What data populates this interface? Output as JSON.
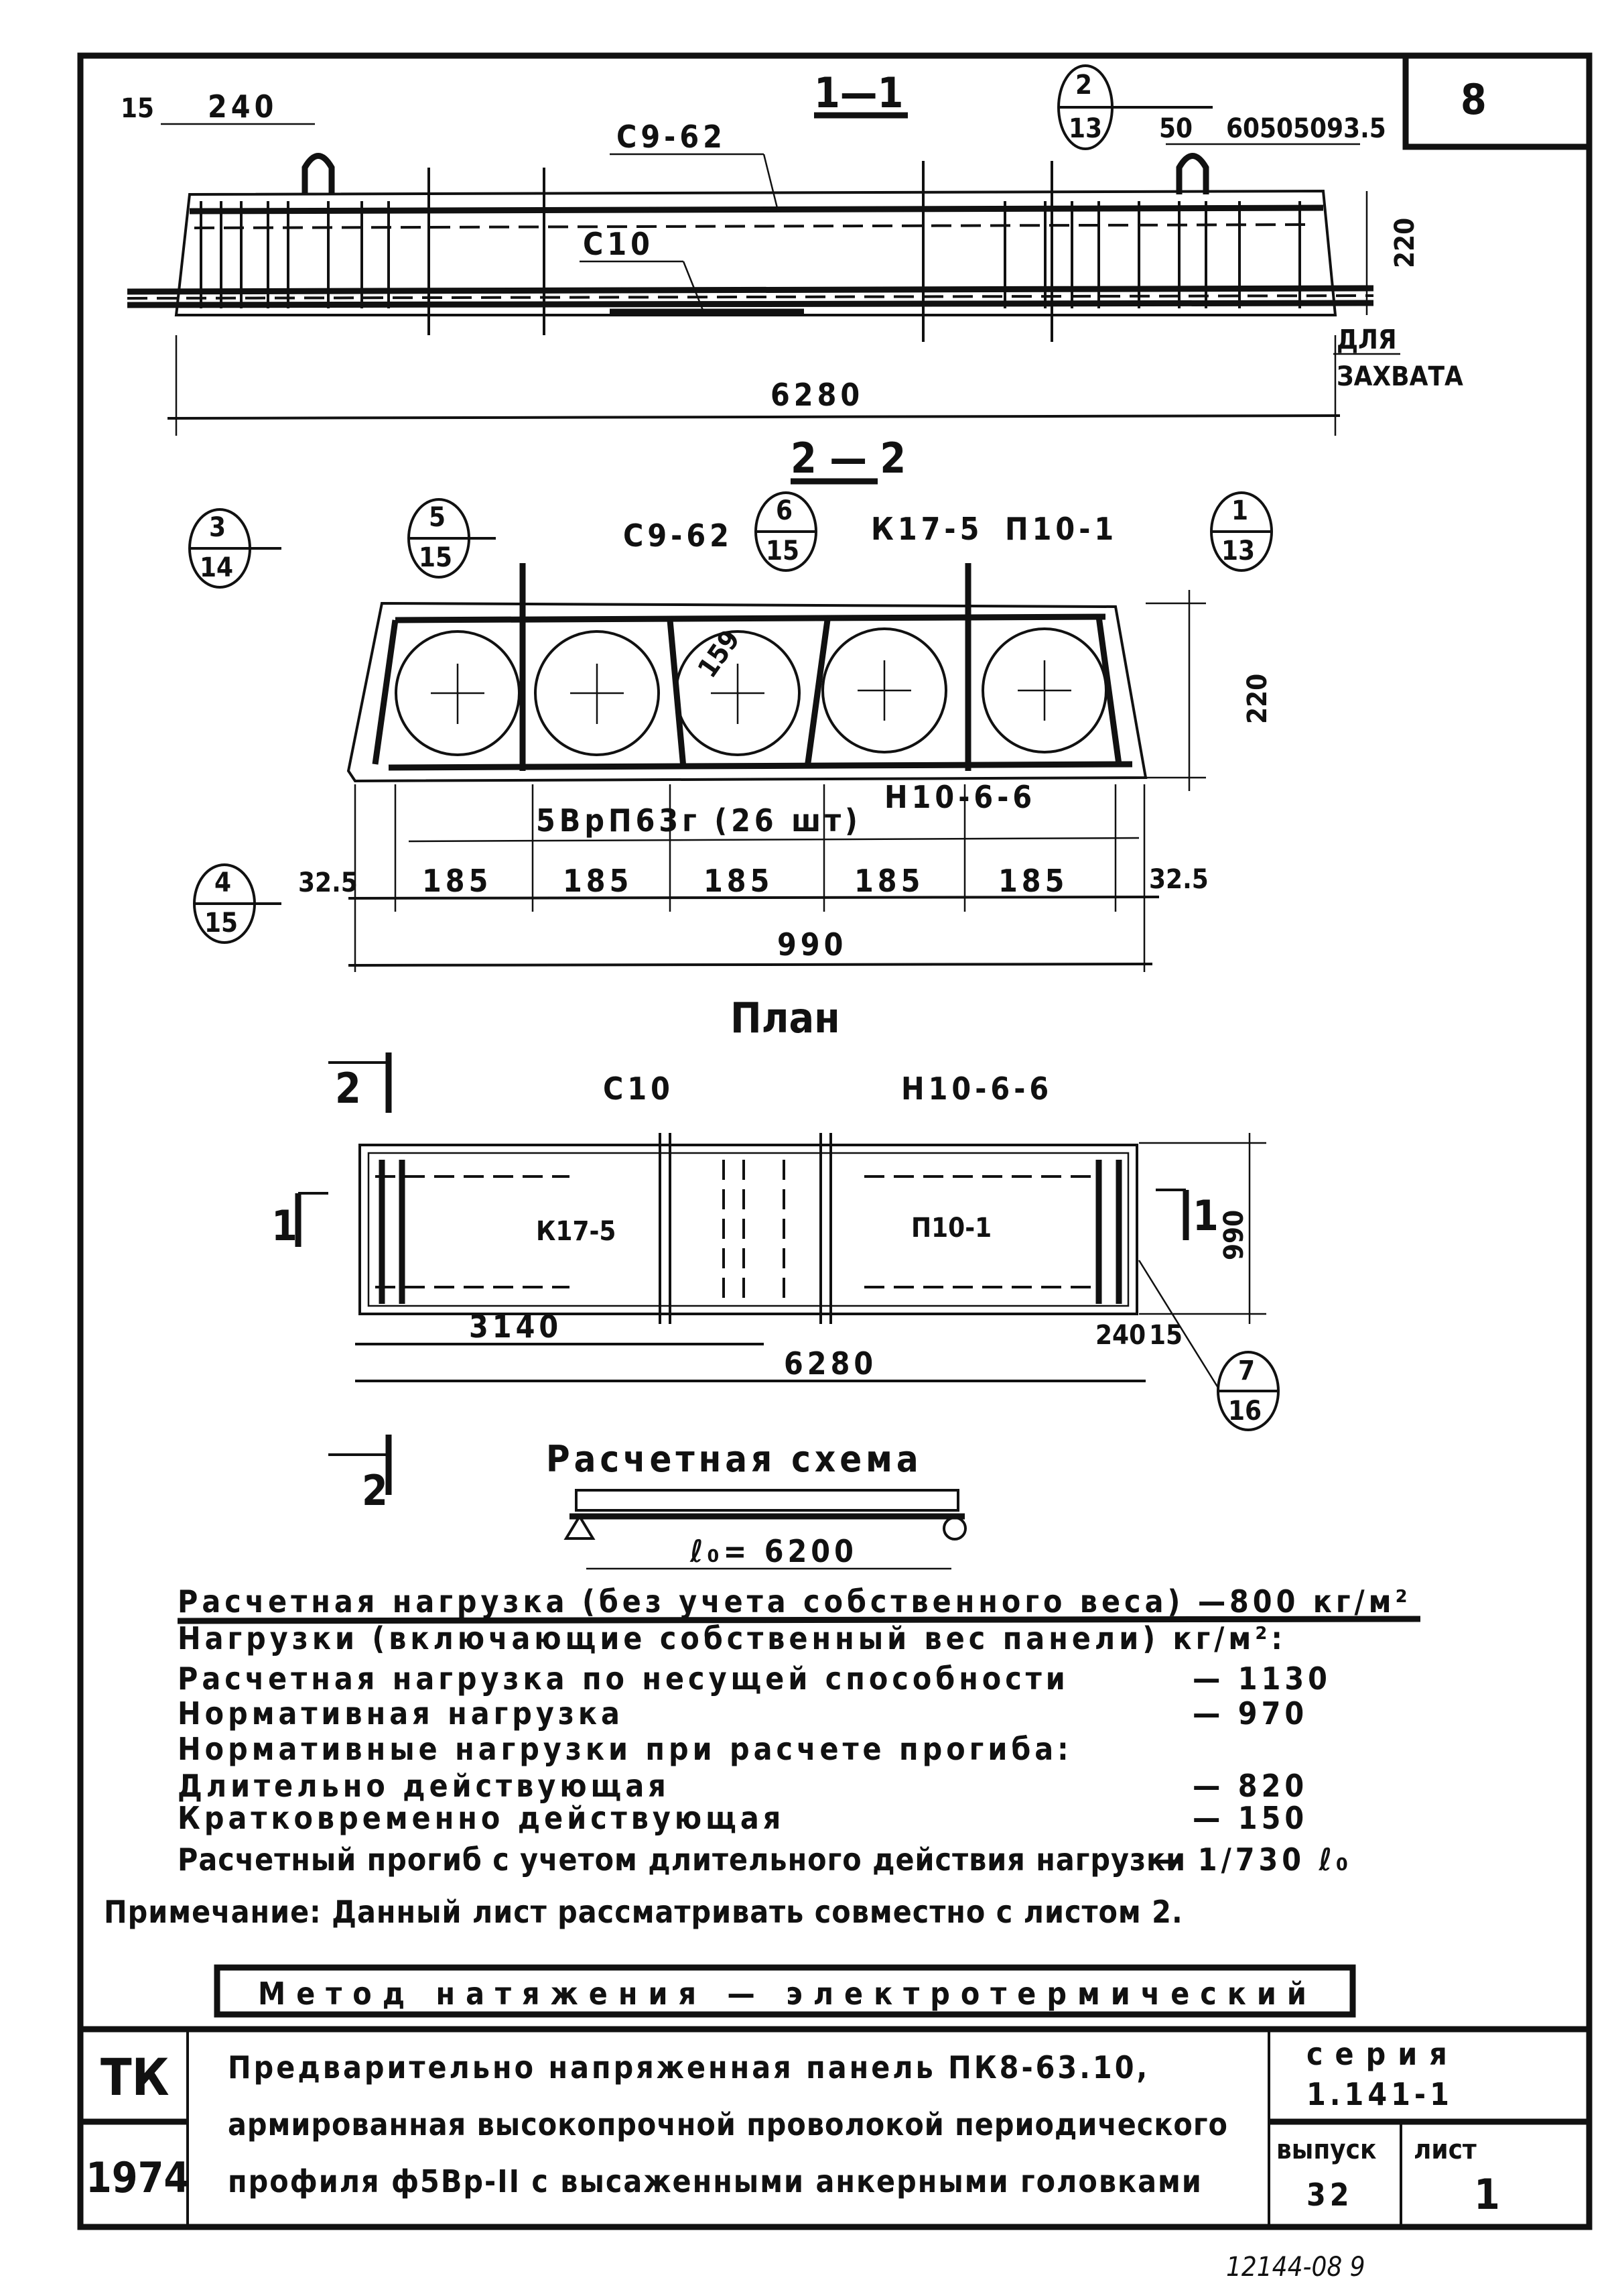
{
  "sheet_number_box": "8",
  "section_1_1": {
    "title": "1—1",
    "dims": [
      "15",
      "240",
      "50",
      "60",
      "50",
      "50",
      "93.5",
      "220",
      "6280"
    ],
    "labels": {
      "c9": "С9-62",
      "c10": "С10",
      "ref_top": "2",
      "ref_bottom": "13",
      "grip": [
        "ДЛЯ",
        "ЗАХВАТА"
      ]
    }
  },
  "section_2_2": {
    "title": "2 — 2",
    "labels": {
      "c9": "С9-62",
      "k17": "К17-5",
      "p10": "П10-1",
      "n10": "Н10-6-6",
      "wire": "5ВрП63г (26 шт)",
      "diameter": "159",
      "height": "220"
    },
    "refs": [
      {
        "top": "3",
        "bottom": "14"
      },
      {
        "top": "5",
        "bottom": "15"
      },
      {
        "top": "6",
        "bottom": "15"
      },
      {
        "top": "1",
        "bottom": "13"
      },
      {
        "top": "4",
        "bottom": "15"
      }
    ],
    "dims": [
      "32.5",
      "185",
      "185",
      "185",
      "185",
      "185",
      "32.5"
    ],
    "total": "990"
  },
  "plan": {
    "title": "План",
    "labels": {
      "c10": "С10",
      "n10": "Н10-6-6",
      "k17": "К17-5",
      "p10": "П10-1",
      "sec2": "2",
      "sec1": "1",
      "width": "990",
      "half": "3140",
      "total": "6280",
      "end1": "240",
      "end2": "15",
      "ref_top": "7",
      "ref_bottom": "16"
    }
  },
  "calc_scheme": {
    "title": "Расчетная   схема",
    "span": "ℓ₀= 6200"
  },
  "loads": [
    {
      "label": "Расчетная нагрузка (без учета собственного веса) —",
      "value": "800 кг/м²"
    },
    {
      "label": "Нагрузки (включающие собственный вес панели) кг/м²:",
      "value": ""
    },
    {
      "label": "Расчетная нагрузка по несущей способности",
      "value": "— 1130"
    },
    {
      "label": "Нормативная нагрузка",
      "value": "— 970"
    },
    {
      "label": "Нормативные нагрузки при расчете прогиба:",
      "value": ""
    },
    {
      "label": "Длительно действующая",
      "value": "— 820"
    },
    {
      "label": "Кратковременно действующая",
      "value": "— 150"
    },
    {
      "label": "Расчетный прогиб с учетом длительного действия нагрузки",
      "value": "— 1/730 ℓ₀"
    }
  ],
  "note": "Примечание: Данный лист рассматривать совместно с листом 2.",
  "method": "Метод натяжения — электротермический",
  "title_block": {
    "org": "ТК",
    "year": "1974",
    "title_lines": [
      "Предварительно напряженная панель ПК8-63.10,",
      "армированная высокопрочной проволокой периодического",
      "профиля ф5Вр-II с высаженными анкерными головками"
    ],
    "series_label": "серия",
    "series_value": "1.141-1",
    "issue_label": "выпуск",
    "issue_value": "32",
    "sheet_label": "лист",
    "sheet_value": "1"
  },
  "archive_number": "12144-08 9"
}
